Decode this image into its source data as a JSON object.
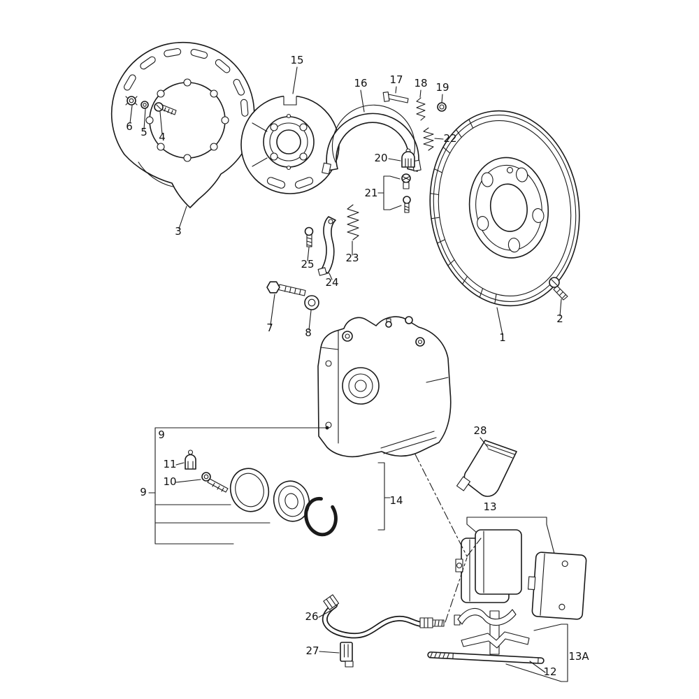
{
  "figure": {
    "background": "#ffffff",
    "line_color": "#1a1a1a",
    "labels": {
      "p1": "1",
      "p2": "2",
      "p3": "3",
      "p4": "4",
      "p5": "5",
      "p6": "6",
      "p7": "7",
      "p8": "8",
      "p9": "9",
      "p10": "10",
      "p11": "11",
      "p12": "12",
      "p13": "13",
      "p13a": "13A",
      "p14": "14",
      "p15": "15",
      "p16": "16",
      "p17": "17",
      "p18": "18",
      "p19": "19",
      "p20": "20",
      "p21": "21",
      "p22": "22",
      "p23": "23",
      "p24": "24",
      "p25": "25",
      "p26": "26",
      "p27": "27",
      "p28": "28"
    }
  }
}
